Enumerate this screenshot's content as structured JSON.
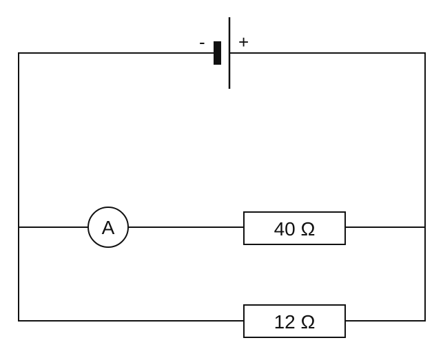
{
  "battery": {
    "negative_sign": "-",
    "positive_sign": "+"
  },
  "ammeter": {
    "label": "A"
  },
  "resistors": [
    {
      "label": "40 Ω"
    },
    {
      "label": "12 Ω"
    }
  ],
  "colors": {
    "line": "#111111",
    "background": "#ffffff"
  }
}
